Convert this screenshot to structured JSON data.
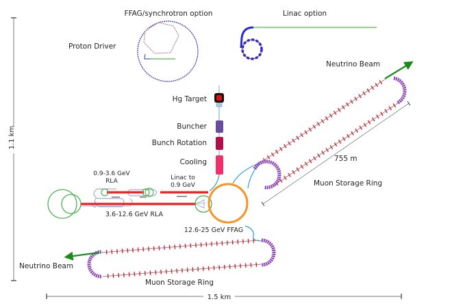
{
  "labels": {
    "ffag_option": "FFAG/synchrotron option",
    "linac_option": "Linac option",
    "proton_driver": "Proton Driver",
    "hg_target": "Hg Target",
    "buncher": "Buncher",
    "bunch_rotation": "Bunch Rotation",
    "cooling": "Cooling",
    "rla1_line1": "0.9-3.6 GeV",
    "rla1_line2": "RLA",
    "linac_line1": "Linac to",
    "linac_line2": "0.9 GeV",
    "rla2": "3.6-12.6 GeV RLA",
    "ffag": "12.6-25 GeV FFAG",
    "neutrino_beam_upper": "Neutrino Beam",
    "neutrino_beam_lower": "Neutrino Beam",
    "storage_ring_upper": "Muon Storage Ring",
    "storage_ring_lower": "Muon Storage Ring",
    "length_755": "755 m",
    "scale_vertical": "1.1 km",
    "scale_horizontal": "1.5 km"
  },
  "colors": {
    "proton_ring": "#3a3aa8",
    "linac_green": "#66cc66",
    "target_red": "#e01010",
    "buncher": "#6a4c9c",
    "bunch_rotation": "#b0104a",
    "cooling": "#f0306a",
    "rla_red": "#ee1c1c",
    "ffag_orange": "#f7931e",
    "transfer_blue": "#2a9fd6",
    "arc_purple": "#7a3cc0",
    "beam_arrow": "#1a8a1a",
    "magnet_red": "#d81e2e",
    "loop_green": "#4caf50",
    "rla_outline": "#8a9ad0"
  }
}
